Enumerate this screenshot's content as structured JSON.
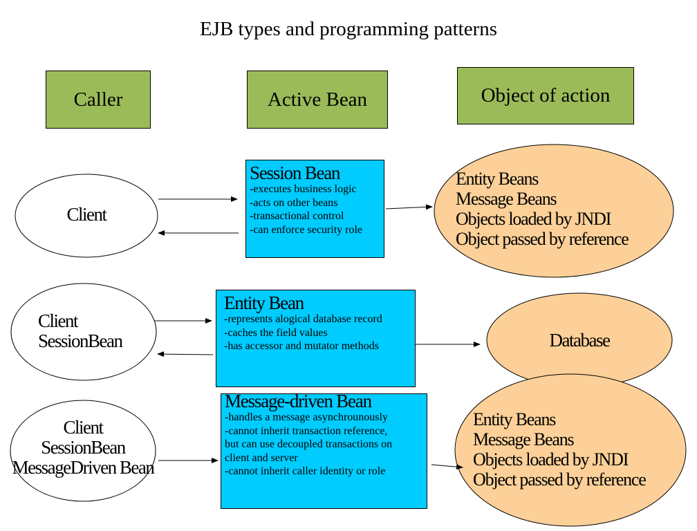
{
  "title": "EJB types and programming patterns",
  "headers": {
    "caller": "Caller",
    "active_bean": "Active Bean",
    "object_of_action": "Object of action"
  },
  "colors": {
    "header_fill": "#9bbb59",
    "bean_fill": "#00ccff",
    "object_fill": "#fcd098",
    "caller_fill": "#ffffff"
  },
  "rows": [
    {
      "caller": [
        "Client"
      ],
      "bean": {
        "title": "Session Bean",
        "lines": [
          "-executes business logic",
          "-acts on other beans",
          "-transactional control",
          "-can enforce security role"
        ]
      },
      "object": [
        "Entity Beans",
        "Message Beans",
        "Objects loaded by JNDI",
        "Object passed by reference"
      ]
    },
    {
      "caller": [
        "Client",
        "SessionBean"
      ],
      "bean": {
        "title": "Entity Bean",
        "lines": [
          "-represents alogical database record",
          "-caches the field values",
          "-has accessor and mutator methods"
        ]
      },
      "object": [
        "Database"
      ]
    },
    {
      "caller": [
        "Client",
        "SessionBean",
        "MessageDriven Bean"
      ],
      "bean": {
        "title": "Message-driven Bean",
        "lines": [
          "-handles a message asynchrounously",
          "-cannot inherit transaction reference,",
          "but can use decoupled transactions on",
          "client and server",
          "-cannot inherit caller identity or role"
        ]
      },
      "object": [
        "Entity Beans",
        "Message Beans",
        "Objects loaded by JNDI",
        "Object passed by reference"
      ]
    }
  ]
}
